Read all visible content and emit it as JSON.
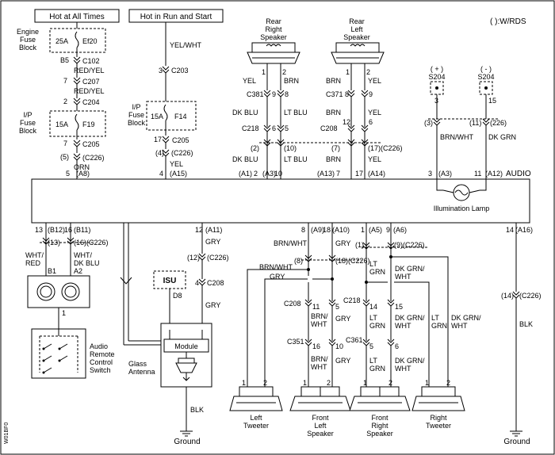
{
  "header": {
    "legend": "( ):W/RDS",
    "hot_all_times": "Hot at All Times",
    "hot_run_start": "Hot in Run and Start"
  },
  "left_power": {
    "engine_fuse_block": [
      "Engine",
      "Fuse",
      "Block"
    ],
    "fuse_ef20": {
      "amp": "25A",
      "name": "Ef20"
    },
    "b5": "B5",
    "c102": "C102",
    "wire1": "RED/YEL",
    "n7a": "7",
    "c207": "C207",
    "wire2": "RED/YEL",
    "n2": "2",
    "c204": "C204",
    "ip_fuse_block": [
      "I/P",
      "Fuse",
      "Block"
    ],
    "fuse_f19": {
      "amp": "15A",
      "name": "F19"
    },
    "n7b": "7",
    "c205": "C205",
    "c226_5": "(5)",
    "c226": "(C226)",
    "wire3": "ORN",
    "n5": "5",
    "a8": "(A8)"
  },
  "run_power": {
    "wire1": "YEL/WHT",
    "n3": "3",
    "c203": "C203",
    "ip_fuse_block": [
      "I/P",
      "Fuse",
      "Block"
    ],
    "fuse_f14": {
      "amp": "15A",
      "name": "F14"
    },
    "n17": "17",
    "c205": "C205",
    "c226_4": "(4)",
    "c226": "(C226)",
    "wire2": "YEL",
    "n4": "4",
    "a15": "(A15)"
  },
  "rear_right_speaker": {
    "title": [
      "Rear",
      "Right",
      "Speaker"
    ],
    "p1": "1",
    "p2": "2",
    "w_left": "YEL",
    "w_right": "BRN",
    "c381": "C381",
    "n9": "9",
    "n8": "8",
    "w_left2": "DK BLU",
    "w_right2": "LT BLU",
    "c218": "C218",
    "n6": "6",
    "n5": "5",
    "c226_2": "(2)",
    "c226_10": "(10)",
    "w_left3": "DK BLU",
    "w_right3": "LT BLU",
    "a1": "(A1)",
    "n2": "2",
    "a3": "(A3)",
    "n10": "10"
  },
  "rear_left_speaker": {
    "title": [
      "Rear",
      "Left",
      "Speaker"
    ],
    "p1": "1",
    "p2": "2",
    "w_left": "BRN",
    "w_right": "YEL",
    "c371": "C371",
    "n8": "8",
    "n9": "9",
    "w_left2": "BRN",
    "w_right2": "YEL",
    "c208": "C208",
    "n12": "12",
    "n6": "6",
    "c226_7": "(7)",
    "c226_17": "(17)(C226)",
    "w_left3": "BRN",
    "w_right3": "YEL",
    "a13": "(A13)",
    "n7": "7",
    "n17": "17",
    "a14": "(A14)"
  },
  "s204": {
    "plus": "( + )",
    "minus": "( - )",
    "name": "S204",
    "n3": "3",
    "n15": "15",
    "c3": "(3)",
    "c11": "(11)",
    "c226": "(226)",
    "w_left": "BRN/WHT",
    "w_right": "DK GRN",
    "n3b": "3",
    "a3": "(A3)",
    "n11": "11",
    "a12": "(A12)"
  },
  "audio": {
    "label": "AUDIO",
    "illumination": "Illumination Lamp"
  },
  "bottom_left": {
    "n13": "13",
    "b12": "(B12)",
    "n16": "16",
    "b11": "(B11)",
    "c13": "(13)",
    "c16": "(16)(C226)",
    "w_left": [
      "WHT/",
      "RED"
    ],
    "w_right": [
      "WHT/",
      "DK BLU"
    ],
    "b1": "B1",
    "a2": "A2",
    "n1": "1",
    "switch_label": [
      "Audio",
      "Remote",
      "Control",
      "Switch"
    ]
  },
  "antenna": {
    "n12": "12",
    "a11": "(A11)",
    "wire1": "GRY",
    "c12": "(12)",
    "c226": "(C226)",
    "isu": "ISU",
    "d8": "D8",
    "n4": "4",
    "c208": "C208",
    "wire2": "GRY",
    "p1": "1",
    "p2": "2",
    "module": "Module",
    "label": [
      "Glass",
      "Antenna"
    ],
    "wire3": "BLK",
    "ground": "Ground"
  },
  "front_left": {
    "n8": "8",
    "a9": "(A9)",
    "n18": "18",
    "a10": "(A10)",
    "w_left": "BRN/WHT",
    "w_right": "GRY",
    "c8": "(8)",
    "c18": "(18)(C226)",
    "brn": "BRN/WHT",
    "gry": "GRY",
    "c208": "C208",
    "n11": "11",
    "n5": "5",
    "w2a": "BRN/",
    "w2b": "WHT",
    "w2c": "GRY",
    "c351": "C351",
    "n16": "16",
    "n10": "10",
    "w3a": "BRN/",
    "w3b": "WHT",
    "w3c": "GRY",
    "p1": "1",
    "p2": "2",
    "tweeter": [
      "Left",
      "Tweeter"
    ],
    "speaker": [
      "Front",
      "Left",
      "Speaker"
    ]
  },
  "front_right": {
    "n1": "1",
    "a5": "(A5)",
    "n9": "9",
    "a6": "(A6)",
    "c1": "(1)",
    "c9": "(9)(C226)",
    "lt_grn": [
      "LT",
      "GRN"
    ],
    "dk_grn": [
      "DK GRN/",
      "WHT"
    ],
    "c218": "C218",
    "n14": "14",
    "n15": "15",
    "w2a": "LT",
    "w2b": "GRN",
    "w2c": "DK GRN/",
    "w2d": "WHT",
    "c361": "C361",
    "n5": "5",
    "n6": "6",
    "w3a": "LT",
    "w3b": "GRN",
    "w3c": "DK GRN/",
    "w3d": "WHT",
    "rt_lt": [
      "LT",
      "GRN"
    ],
    "rt_dk": [
      "DK GRN/",
      "WHT"
    ],
    "p1": "1",
    "p2": "2",
    "speaker": [
      "Front",
      "Right",
      "Speaker"
    ],
    "tweeter": [
      "Right",
      "Tweeter"
    ]
  },
  "ground_right": {
    "n14": "14",
    "a16": "(A16)",
    "c14": "(14)",
    "c226": "(C226)",
    "wire": "BLK",
    "ground": "Ground"
  },
  "side_code": "W01BF0"
}
